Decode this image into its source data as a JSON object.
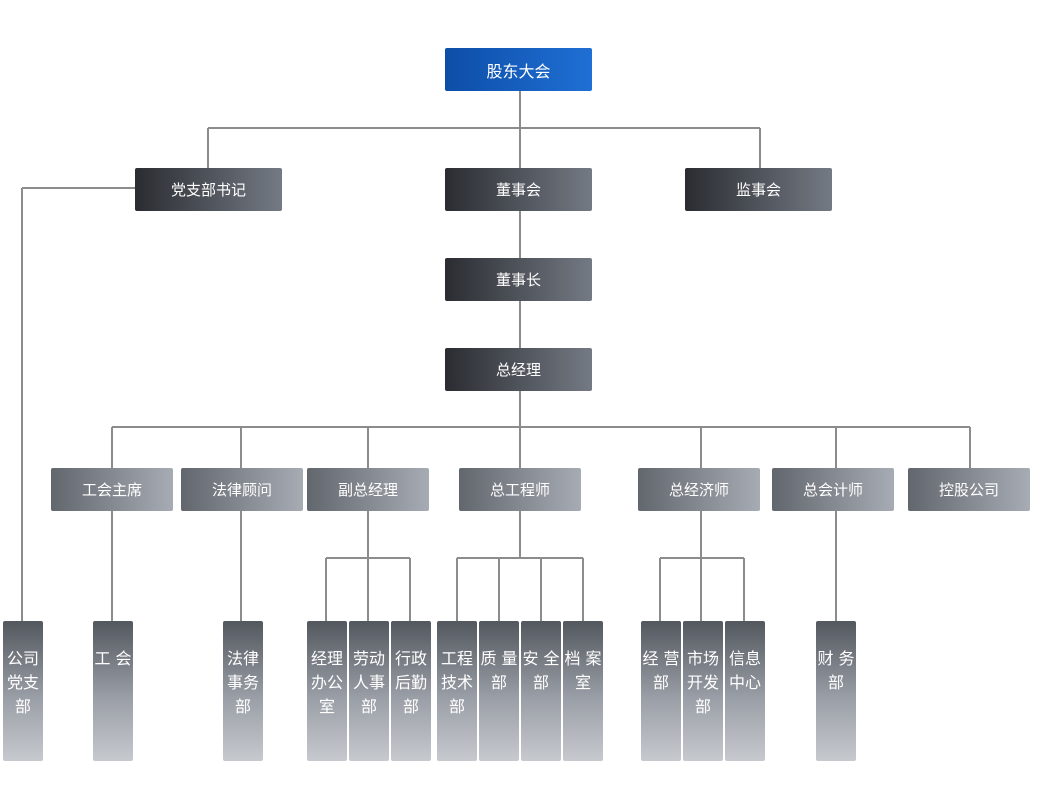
{
  "root": "股东大会",
  "level2": {
    "party": "党支部书记",
    "board": "董事会",
    "supervisors": "监事会"
  },
  "chairman": "董事长",
  "gm": "总经理",
  "executives": {
    "union_chair": "工会主席",
    "legal_counsel": "法律顾问",
    "deputy_gm": "副总经理",
    "chief_engineer": "总工程师",
    "chief_economist": "总经济师",
    "chief_accountant": "总会计师",
    "holding_company": "控股公司"
  },
  "departments": {
    "party_branch": "公司党支部",
    "union": "工 会",
    "legal_dept": "法律事务部",
    "manager_office": "经理办公室",
    "hr_dept": "劳动人事部",
    "admin_logistics": "行政后勤部",
    "engineering_tech": "工程技术部",
    "quality_dept": "质 量 部",
    "safety_dept": "安 全 部",
    "archives": "档 案 室",
    "operations_dept": "经 营 部",
    "market_dev": "市场开发部",
    "info_center": "信息中心",
    "finance_dept": "财 务 部"
  },
  "colors": {
    "top_node": "#1a62c4",
    "dark_node": "#2a2c31",
    "connector": "#8a8a8a"
  }
}
